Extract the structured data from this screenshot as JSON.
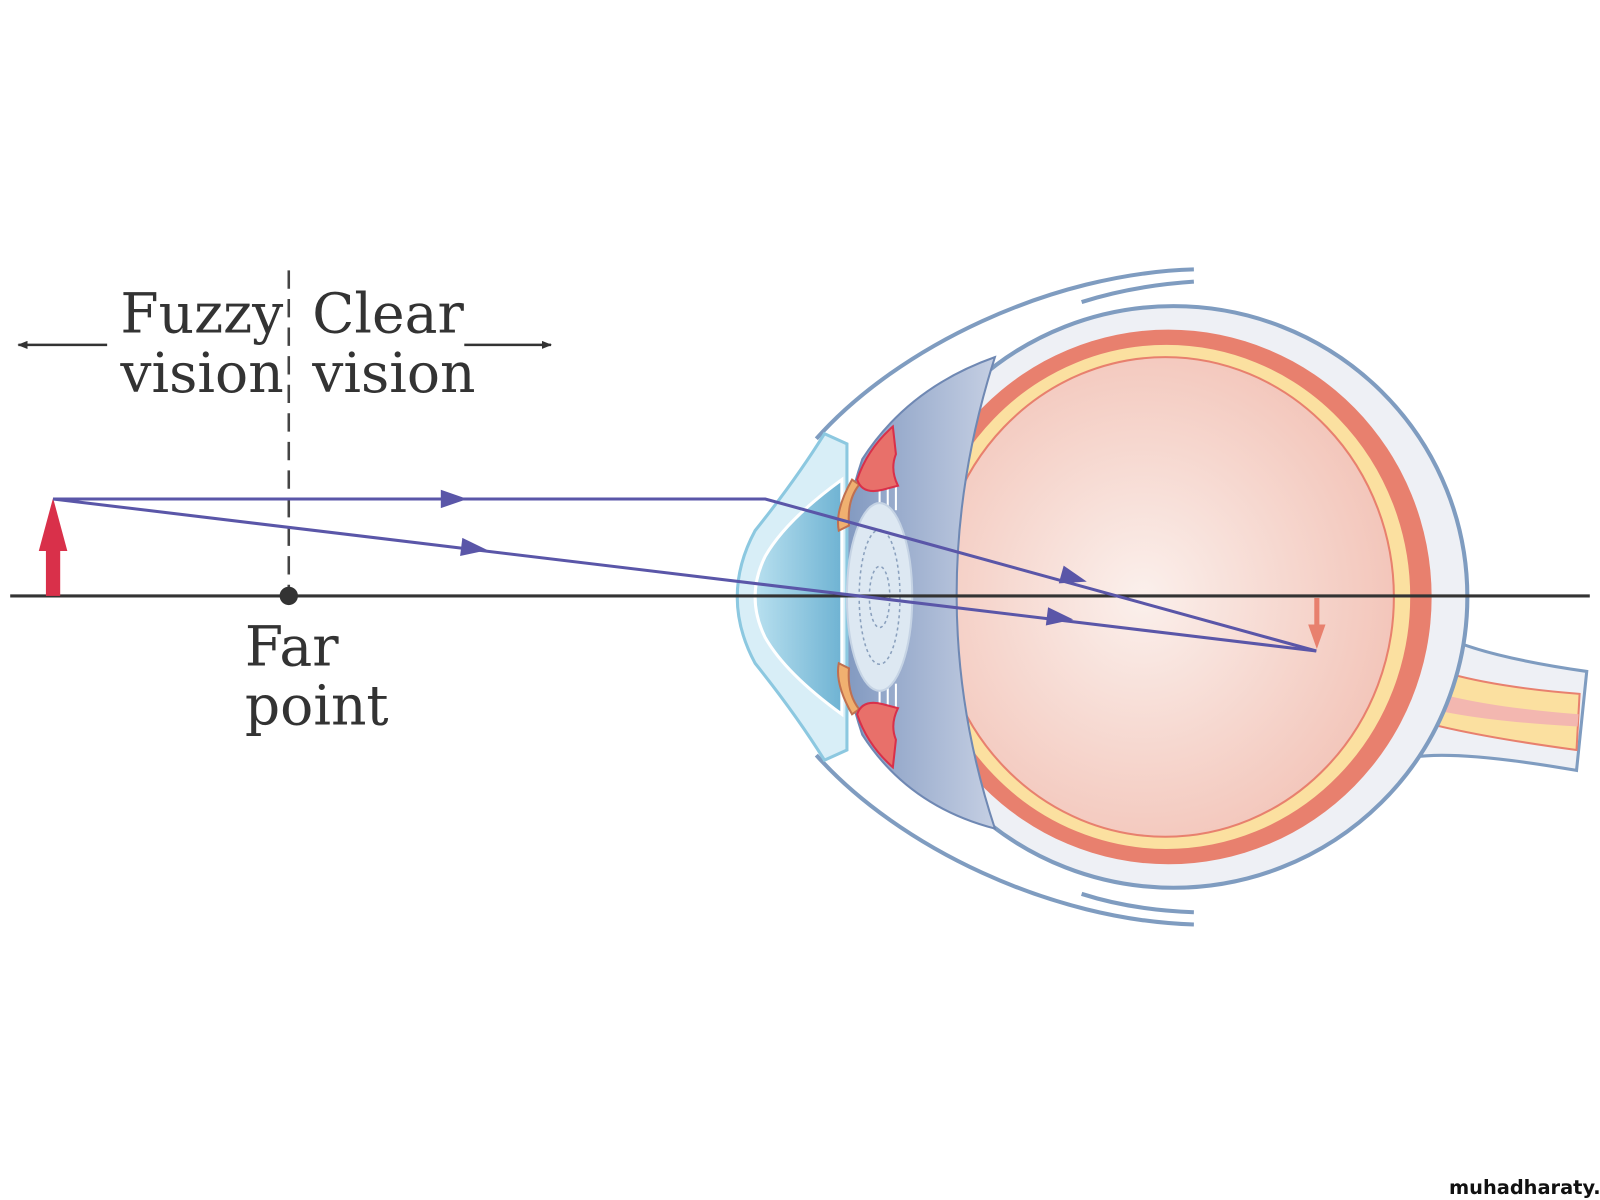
{
  "labels": {
    "fuzzy_line1": "Fuzzy",
    "fuzzy_line2": "vision",
    "clear_line1": "Clear",
    "clear_line2": "vision",
    "far_line1": "Far",
    "far_line2": "point"
  },
  "watermark": "muhadharaty.com",
  "colors": {
    "ray": "#5a56a8",
    "object_arrow": "#d9304a",
    "image_arrow": "#e8806e",
    "axis": "#333333"
  }
}
